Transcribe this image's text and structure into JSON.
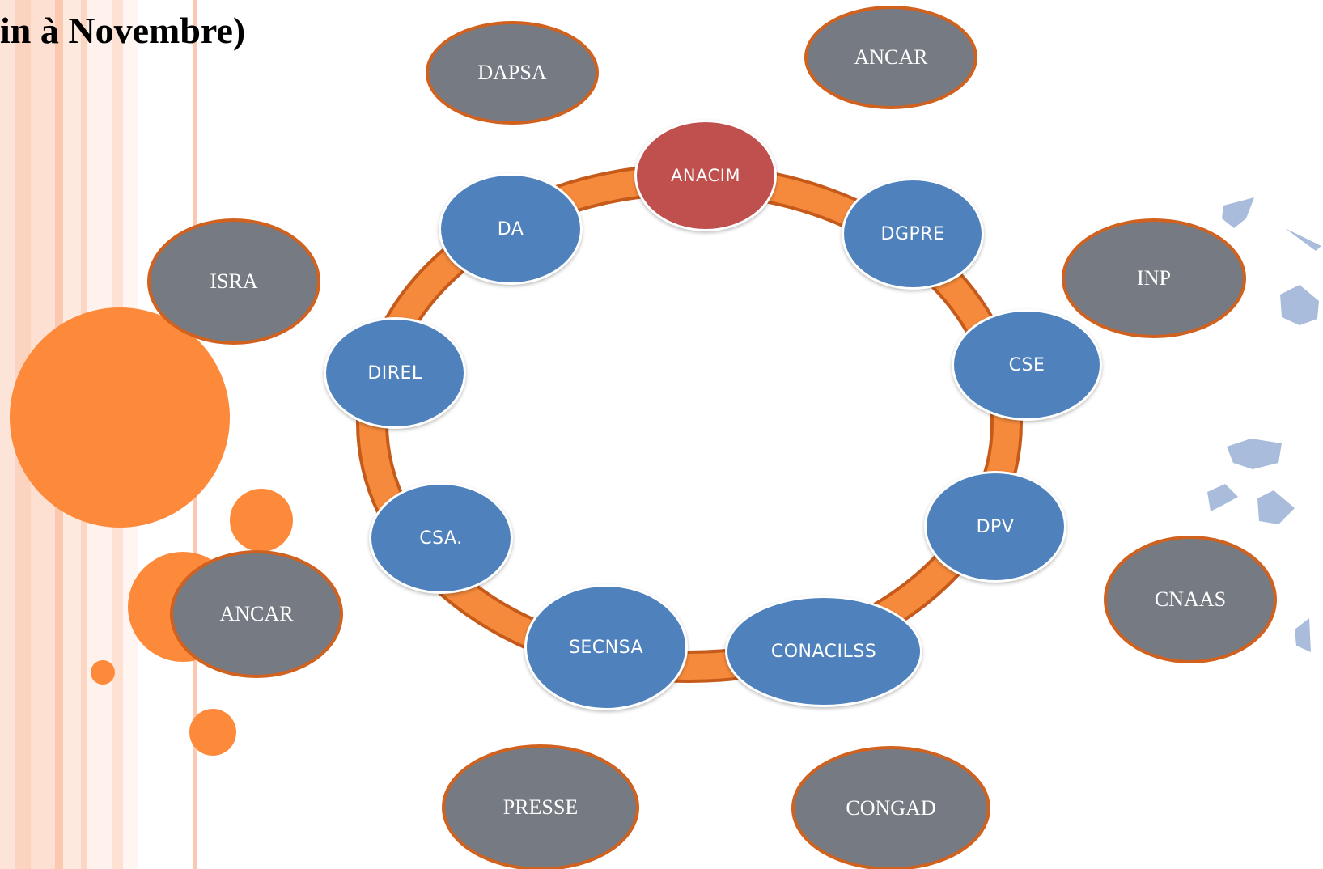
{
  "title": "in à Novembre)",
  "ring_nodes": {
    "anacim": "ANACIM",
    "dgpre": "DGPRE",
    "cse": "CSE",
    "dpv": "DPV",
    "conacilss": "CONACILSS",
    "secnsa": "SECNSA",
    "csa": "CSA.",
    "direl": "DIREL",
    "da": "DA"
  },
  "outer_nodes": {
    "dapsa": "DAPSA",
    "ancar_top": "ANCAR",
    "isra": "ISRA",
    "inp": "INP",
    "ancar_left": "ANCAR",
    "cnaas": "CNAAS",
    "presse": "PRESSE",
    "congad": "CONGAD"
  },
  "colors": {
    "ring": "#f58a3c",
    "ring_edge": "#c65a1a",
    "blue_node": "#4f81bd",
    "red_node": "#c0504d",
    "grey_node": "#767a82",
    "grey_border": "#d0611e",
    "accent_orange": "#fd893a",
    "shard_blue": "#a9bcdc"
  }
}
